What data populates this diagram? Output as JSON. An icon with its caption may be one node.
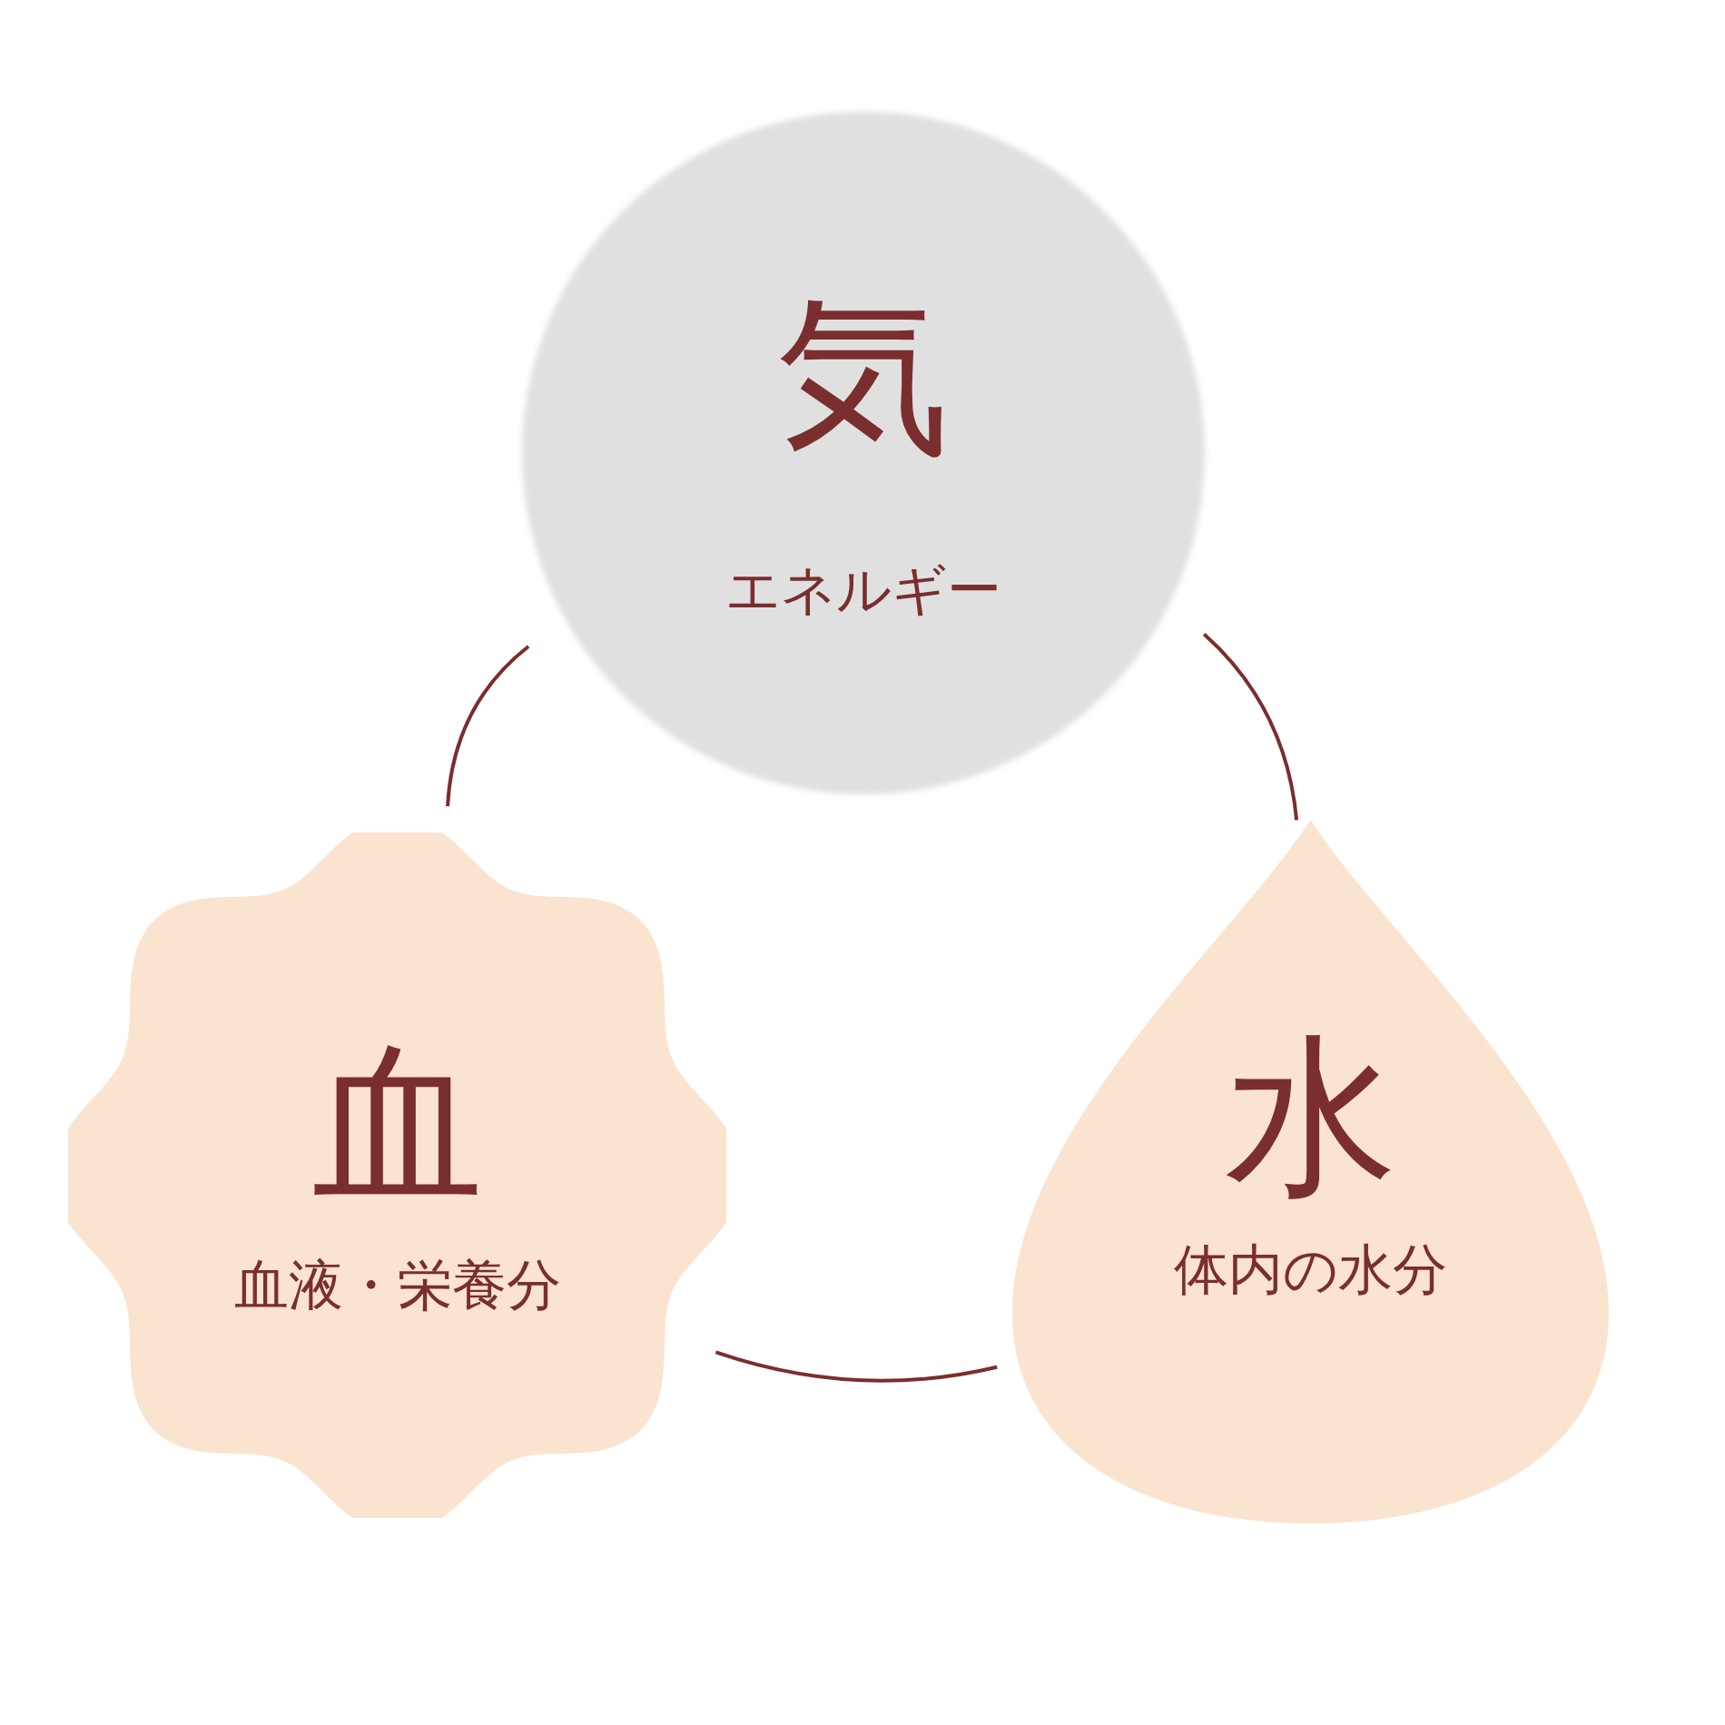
{
  "diagram": {
    "nodes": [
      {
        "text": [
          "気",
          "エネルギー"
        ]
      },
      {
        "text": [
          "血",
          "血液・栄養分"
        ]
      },
      {
        "text": [
          "水",
          "体内の水分"
        ]
      }
    ],
    "edges": [
      {
        "from": 0,
        "to": 1,
        "arrow": "none"
      },
      {
        "from": 0,
        "to": 2,
        "arrow": "none"
      },
      {
        "from": 1,
        "to": 2,
        "arrow": "none"
      }
    ]
  }
}
